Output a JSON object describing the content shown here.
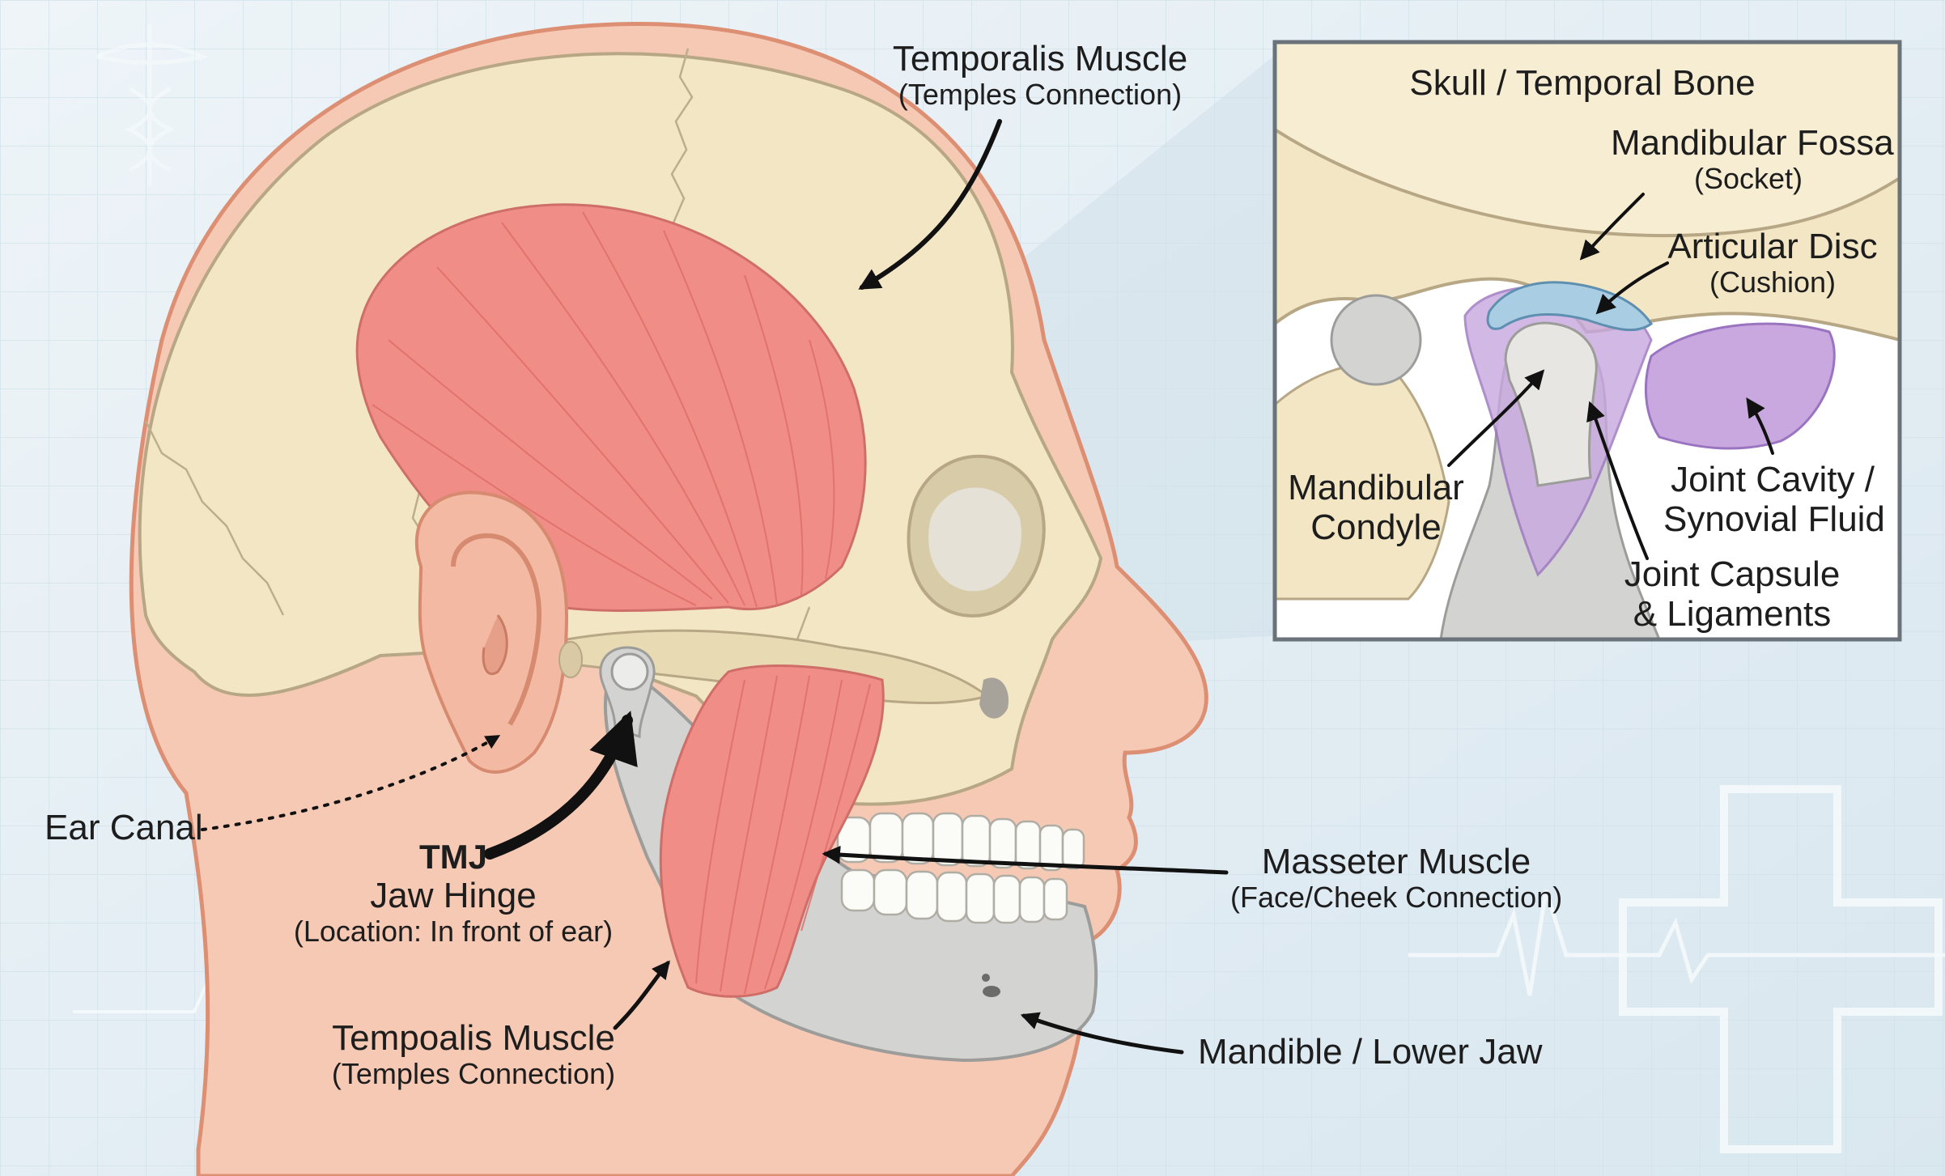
{
  "labels": {
    "temporalis_top": {
      "name": "Temporalis Muscle",
      "sub": "(Temples Connection)"
    },
    "ear_canal": "Ear Canal",
    "tmj": {
      "bold": "TMJ",
      "name": "Jaw Hinge",
      "sub": "(Location: In front of ear)"
    },
    "masseter": {
      "name": "Masseter Muscle",
      "sub": "(Face/Cheek Connection)"
    },
    "tempoalis_bottom": {
      "name": "Tempoalis Muscle",
      "sub": "(Temples Connection)"
    },
    "mandible": "Mandible / Lower Jaw"
  },
  "inset": {
    "title": "Skull / Temporal Bone",
    "fossa": {
      "name": "Mandibular Fossa",
      "sub": "(Socket)"
    },
    "disc": {
      "name": "Articular Disc",
      "sub": "(Cushion)"
    },
    "condyle": {
      "line1": "Mandibular",
      "line2": "Condyle"
    },
    "cavity": {
      "line1": "Joint Cavity /",
      "line2": "Synovial Fluid"
    },
    "capsule": {
      "line1": "Joint Capsule",
      "line2": "& Ligaments"
    }
  },
  "colors": {
    "skin": "#f6c9b4",
    "skin_outline": "#dc8f73",
    "bone": "#f2e6c4",
    "bone_outline": "#b7a785",
    "jaw": "#d3d3d1",
    "muscle": "#ef8d86",
    "disc": "#a9cde3",
    "capsule": "#c8a8df",
    "background": "#e6f0f6"
  }
}
